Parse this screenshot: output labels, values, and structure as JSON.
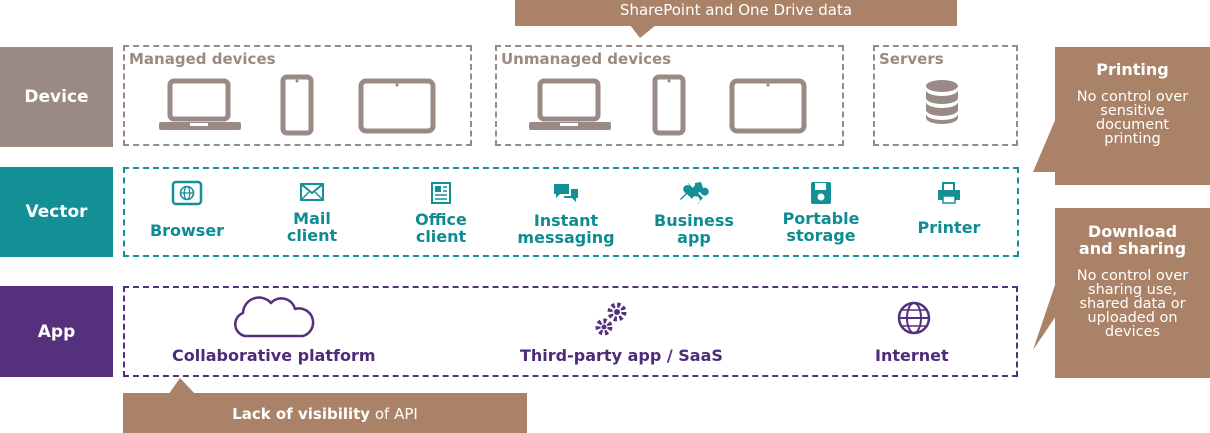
{
  "top_banner": {
    "text": "SharePoint and One Drive data"
  },
  "rows": {
    "device": "Device",
    "vector": "Vector",
    "app": "App"
  },
  "device_groups": {
    "managed": "Managed devices",
    "unmanaged": "Unmanaged devices",
    "servers": "Servers"
  },
  "vectors": [
    {
      "line1": "Browser",
      "line2": "",
      "icon": "browser-icon"
    },
    {
      "line1": "Mail",
      "line2": "client",
      "icon": "mail-icon"
    },
    {
      "line1": "Office",
      "line2": "client",
      "icon": "document-icon"
    },
    {
      "line1": "Instant",
      "line2": "messaging",
      "icon": "chat-icon"
    },
    {
      "line1": "Business",
      "line2": "app",
      "icon": "puzzle-icon"
    },
    {
      "line1": "Portable",
      "line2": "storage",
      "icon": "floppy-disk-icon"
    },
    {
      "line1": "Printer",
      "line2": "",
      "icon": "printer-icon"
    }
  ],
  "apps": {
    "collab": "Collaborative platform",
    "saas": "Third-party app / SaaS",
    "internet": "Internet"
  },
  "callouts": {
    "printing": {
      "title": "Printing",
      "text": "No control over sensitive document printing"
    },
    "download": {
      "title": "Download and sharing",
      "text": "No control over sharing use, shared data or uploaded on devices"
    },
    "api": {
      "bold": "Lack of visibility",
      "rest": " of API"
    }
  },
  "colors": {
    "device": "#9a8a86",
    "vector": "#138f96",
    "app": "#55307d",
    "callout": "#a98268"
  }
}
